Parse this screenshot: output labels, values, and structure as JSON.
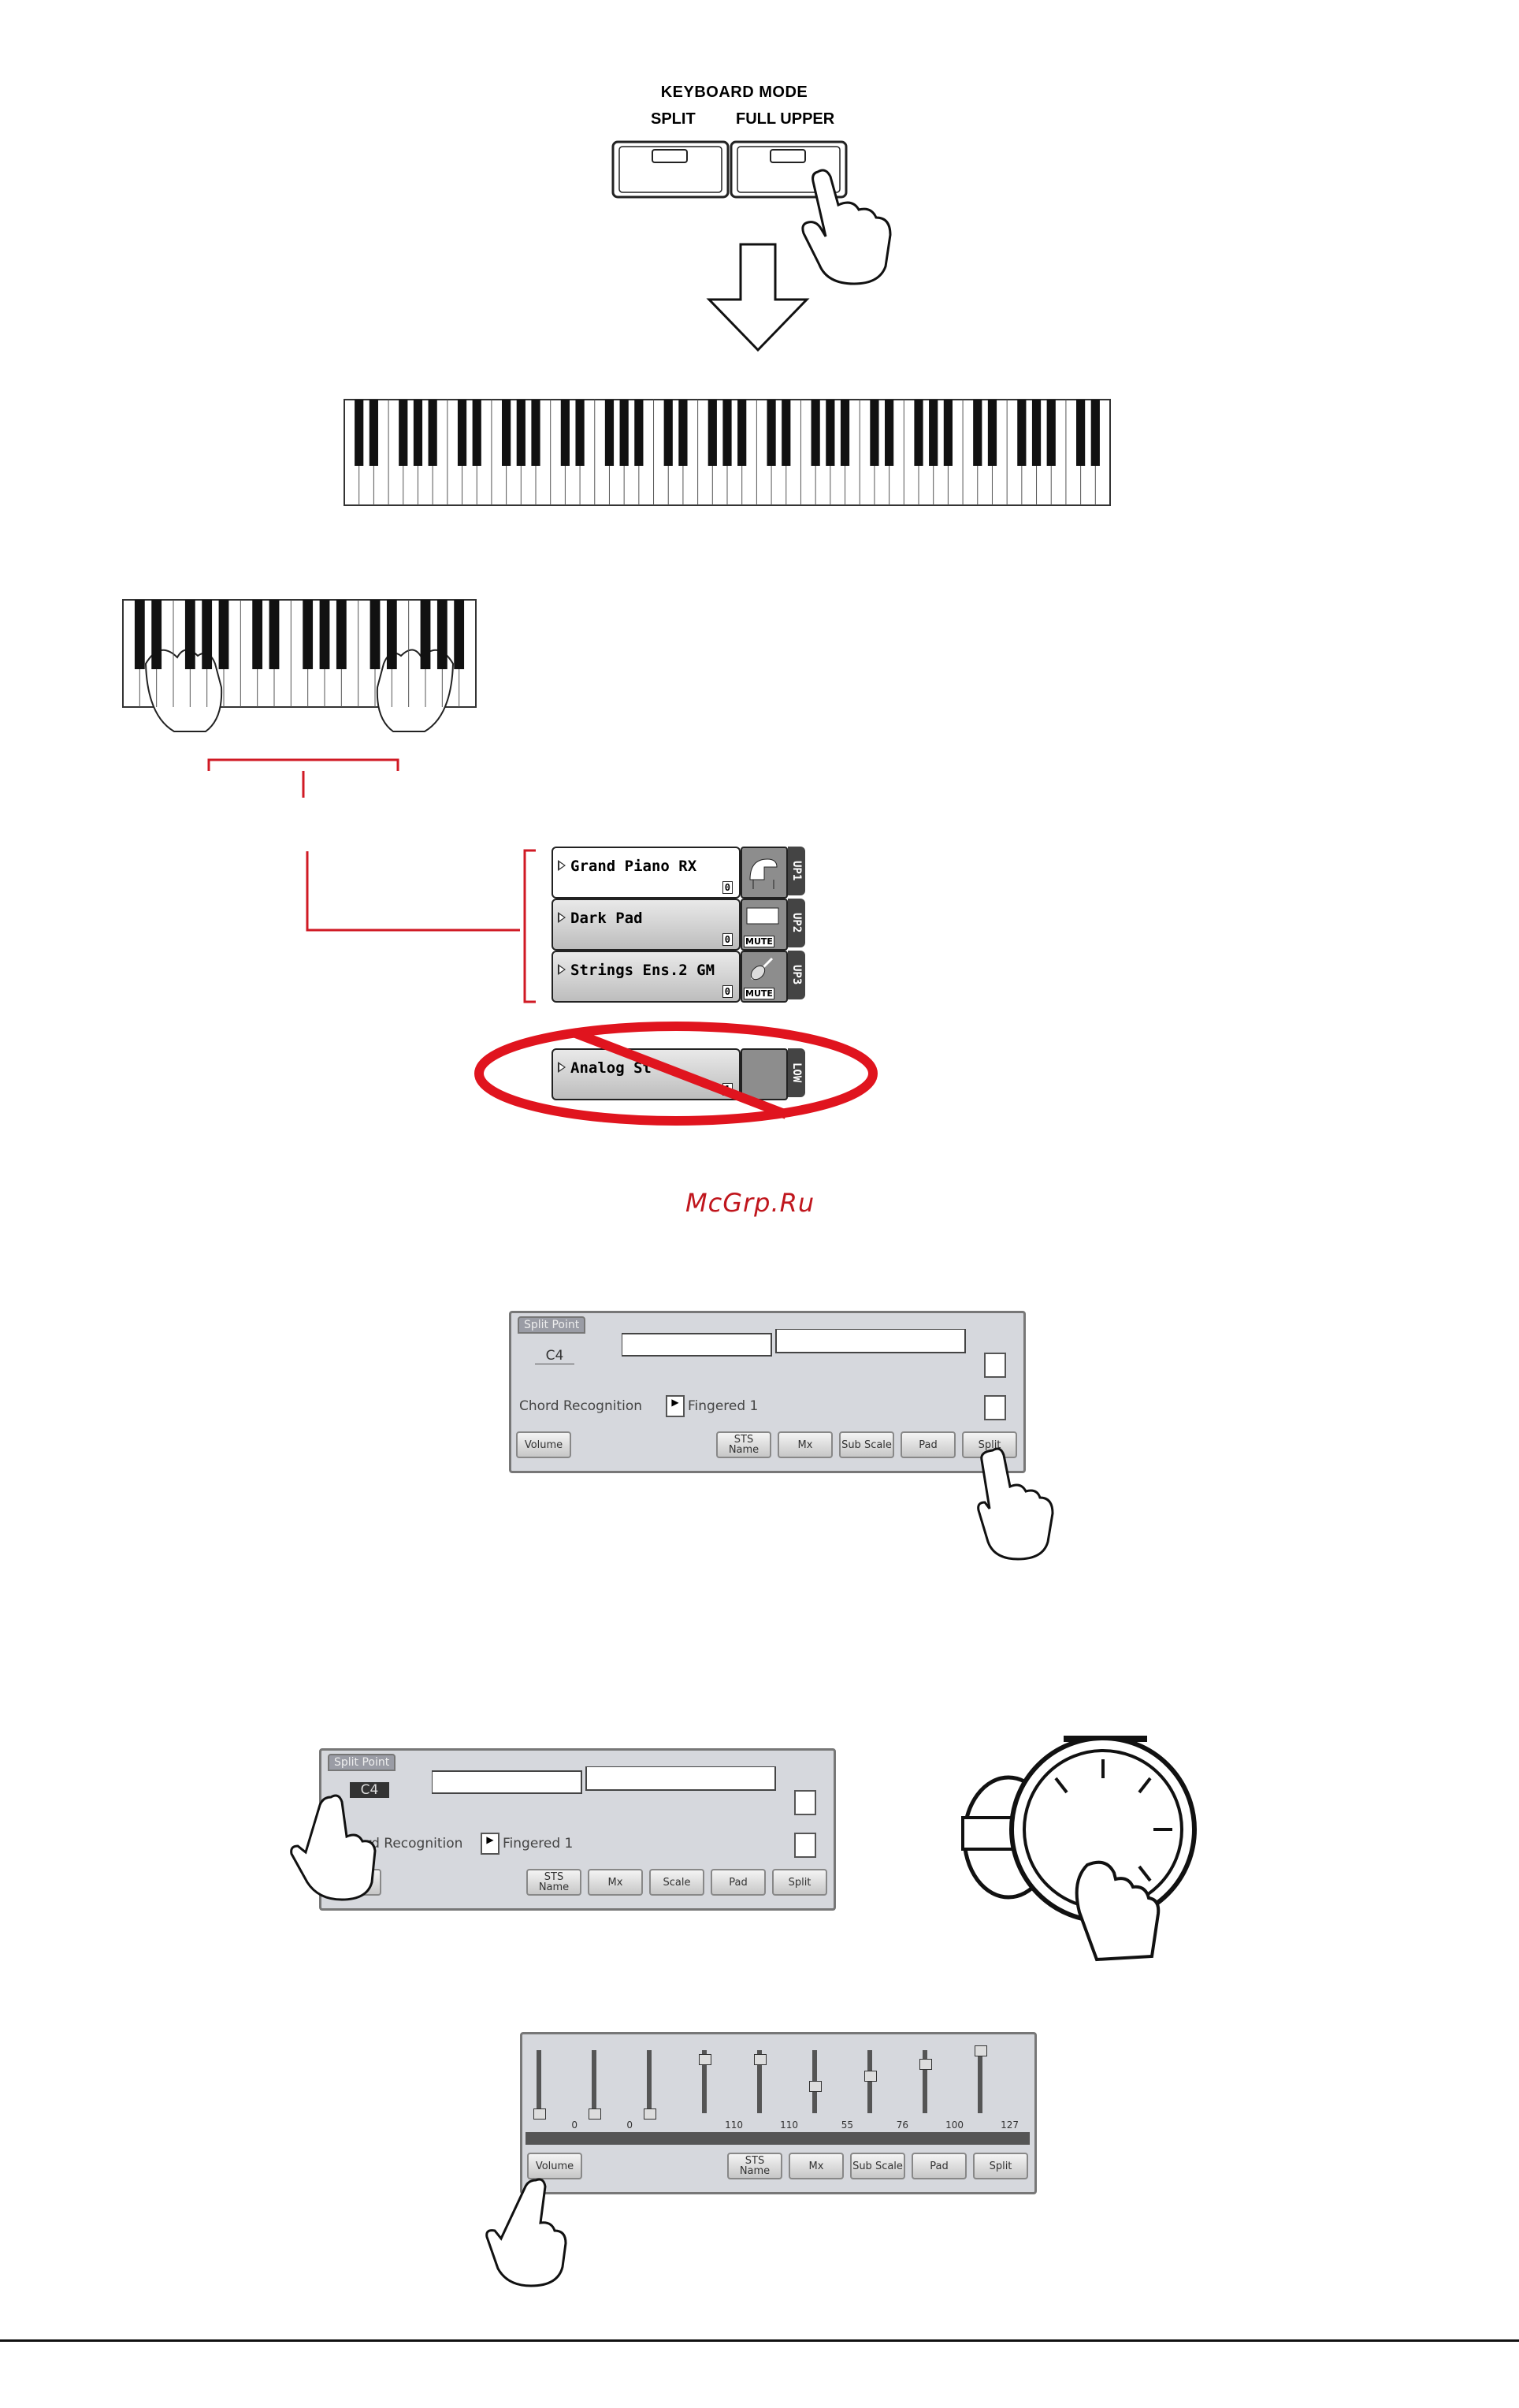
{
  "keyboard_mode": {
    "title": "KEYBOARD MODE",
    "split_label": "SPLIT",
    "full_upper_label": "FULL UPPER"
  },
  "tracks": [
    {
      "name": "Grand Piano RX",
      "octave": "0",
      "tag": "UP1",
      "muted": false,
      "selected": true
    },
    {
      "name": "Dark Pad",
      "octave": "0",
      "tag": "UP2",
      "muted": true,
      "mute_label": "MUTE",
      "selected": false
    },
    {
      "name": "Strings Ens.2 GM",
      "octave": "0",
      "tag": "UP3",
      "muted": true,
      "mute_label": "MUTE",
      "selected": false
    },
    {
      "name": "Analog St",
      "octave": "1",
      "tag": "LOW",
      "crossed_out": true
    }
  ],
  "watermark": "McGrp.Ru",
  "split_screen": {
    "split_point_label": "Split Point",
    "split_point_value": "C4",
    "chord_recognition_label": "Chord Recognition",
    "chord_recognition_value": "Fingered 1",
    "buttons": [
      "Volume",
      "STS Name",
      "Mx",
      "Sub Scale",
      "Pad",
      "Split"
    ]
  },
  "split_screen_edit": {
    "split_point_label": "Split Point",
    "split_point_value": "C4",
    "chord_recognition_label": "ord Recognition",
    "chord_recognition_value": "Fingered 1",
    "buttons": [
      "lume",
      "STS Name",
      "Mx",
      "Scale",
      "Pad",
      "Split"
    ]
  },
  "mixer_screen": {
    "channel_values": [
      "0",
      "0",
      "",
      "110",
      "110",
      "55",
      "76",
      "100",
      "127"
    ],
    "buttons": [
      "Volume",
      "STS Name",
      "Mx",
      "Sub Scale",
      "Pad",
      "Split"
    ]
  }
}
